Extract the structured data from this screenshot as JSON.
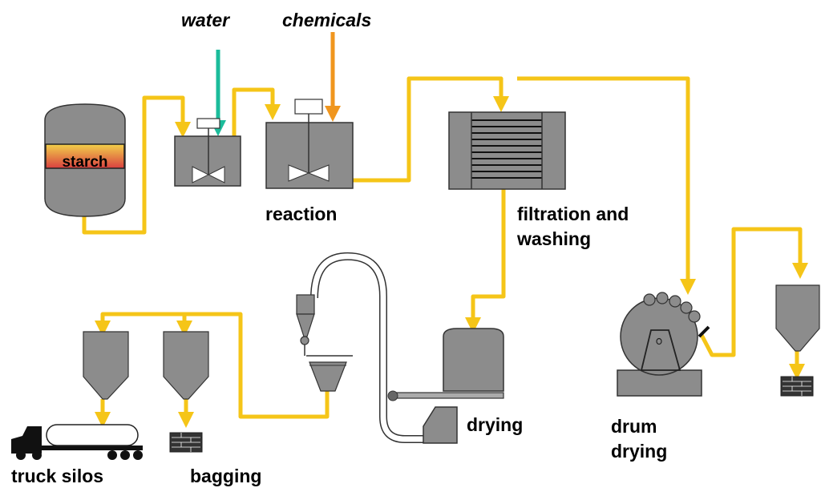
{
  "labels": {
    "water": "water",
    "chemicals": "chemicals",
    "starch": "starch",
    "reaction": "reaction",
    "filtration_1": "filtration and",
    "filtration_2": "washing",
    "drying": "drying",
    "drum_1": "drum",
    "drum_2": "drying",
    "truck_silos": "truck silos",
    "bagging": "bagging"
  },
  "colors": {
    "pipe": "#f5c518",
    "water_line": "#1bbc9b",
    "chemicals_line": "#f0961e",
    "equipment": "#8c8c8c",
    "outline": "#333333"
  }
}
